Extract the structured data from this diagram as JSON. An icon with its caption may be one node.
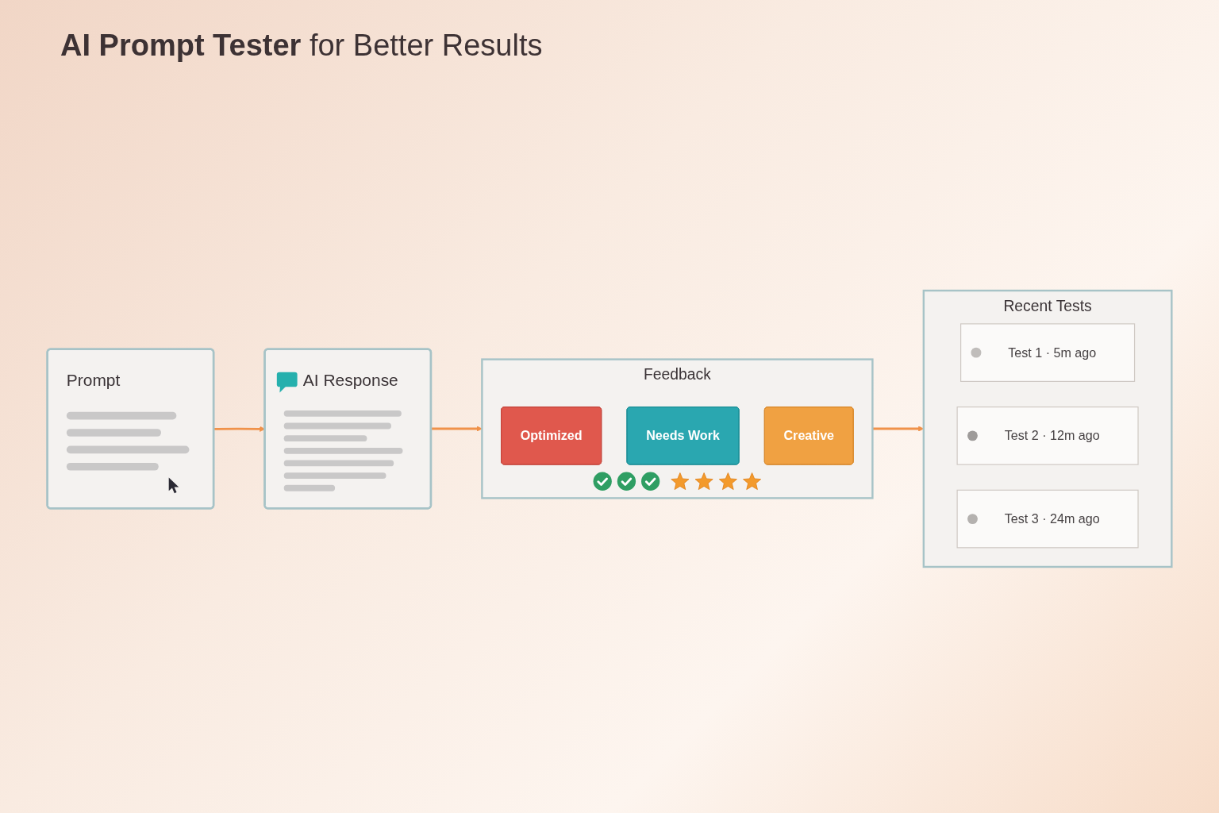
{
  "diagram": {
    "title": "**AI Prompt Tester** for Better Results",
    "nodes": [
      {
        "text": [
          "Prompt"
        ]
      },
      {
        "text": [
          "AI Response"
        ]
      },
      {
        "text": [
          "Feedback"
        ]
      },
      {
        "text": [
          "Optimized"
        ],
        "in": 2
      },
      {
        "text": [
          "Needs Work"
        ],
        "in": 2
      },
      {
        "text": [
          "Creative"
        ],
        "in": 2
      },
      {
        "text": [
          "Recent Tests"
        ]
      },
      {
        "text": [
          "Test 1 · 5m ago"
        ],
        "in": 6
      },
      {
        "text": [
          "Test 2 · 12m ago"
        ],
        "in": 6
      },
      {
        "text": [
          "Test 3 · 24m ago"
        ],
        "in": 6
      }
    ],
    "edges": [
      {
        "from": 0,
        "to": 1,
        "arrow": "to"
      },
      {
        "from": 1,
        "to": 2,
        "arrow": "to"
      },
      {
        "from": 2,
        "to": 6,
        "arrow": "to"
      }
    ]
  }
}
